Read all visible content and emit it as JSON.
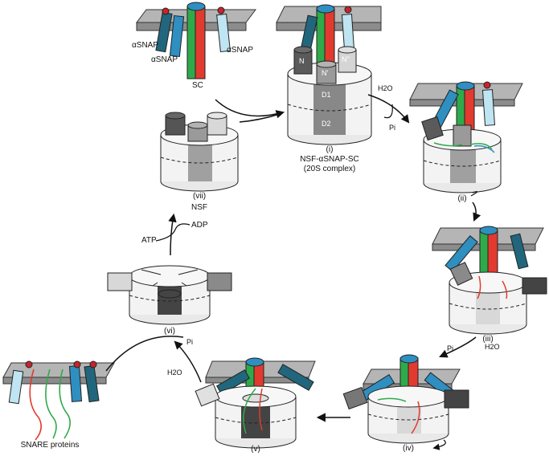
{
  "labels": {
    "snap_a": "αSNAP",
    "snap_b": "αSNAP",
    "snap_c": "αSNAP",
    "sc": "SC",
    "n": "N",
    "n_prime": "N'",
    "n_dprime": "N''",
    "d1": "D1",
    "d2": "D2",
    "h2o_a": "H2O",
    "pi_a": "Pi",
    "stage_i": "(i)",
    "complex_name": "NSF-αSNAP-SC",
    "complex_alt": "(20S complex)",
    "stage_ii": "(ii)",
    "stage_iii": "(iii)",
    "pi_b": "Pi",
    "h2o_b": "H2O",
    "stage_iv": "(iv)",
    "stage_v": "(v)",
    "stage_vi": "(vi)",
    "pi_c": "Pi",
    "h2o_c": "H2O",
    "stage_vii": "(vii)",
    "nsf": "NSF",
    "atp": "ATP",
    "adp": "ADP",
    "snare": "SNARE proteins"
  },
  "colors": {
    "membrane": "#9a9a9a",
    "snare_blue": "#2e8fc0",
    "snare_lightblue": "#bfe4f2",
    "snare_teal": "#21667c",
    "snare_green": "#2faa4a",
    "snare_red": "#e23a2f",
    "dark_domain": "#555555",
    "mid_domain": "#a8a8a8",
    "light_domain": "#d8d8d8",
    "anchor": "#c8232c"
  }
}
